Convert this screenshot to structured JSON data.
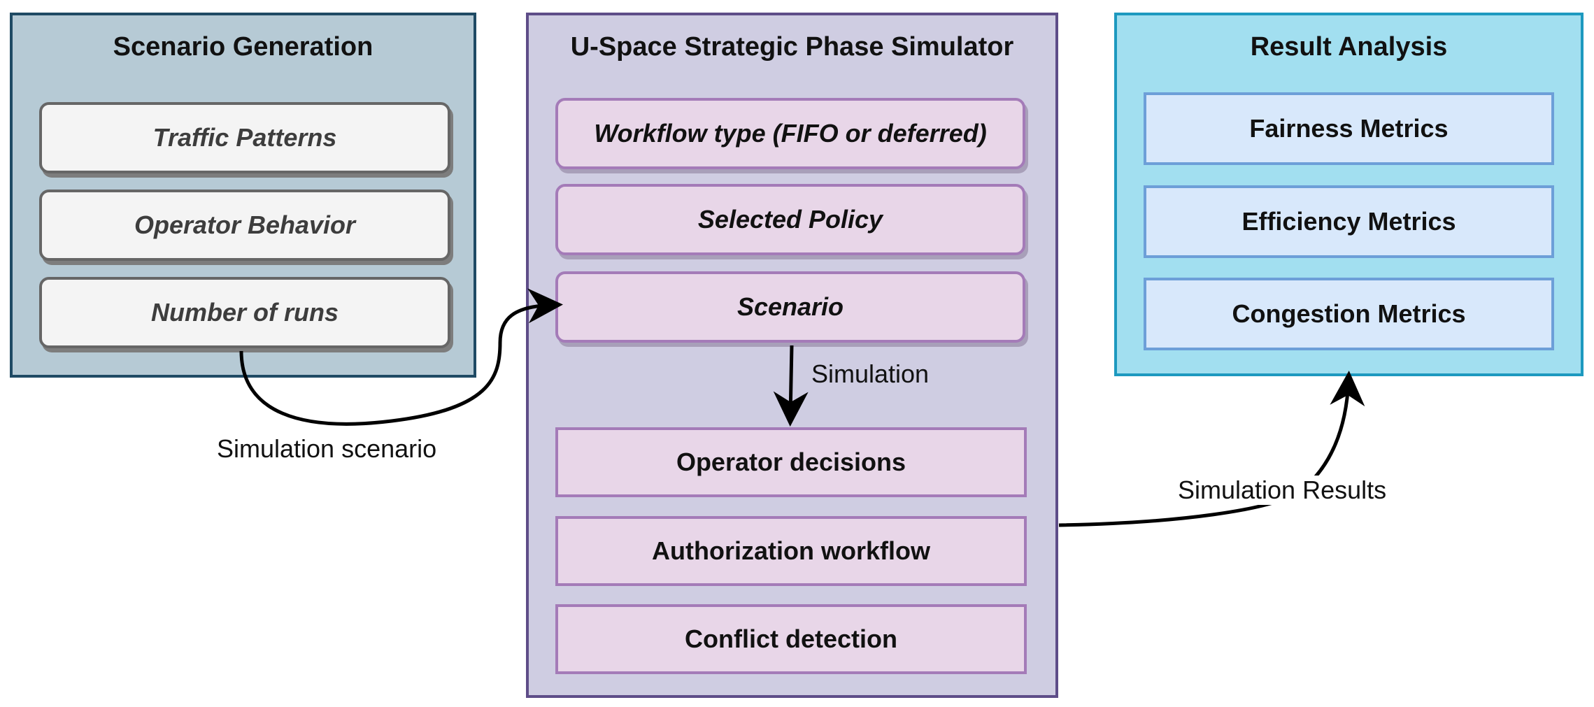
{
  "scenario_generation": {
    "title": "Scenario Generation",
    "items": [
      "Traffic Patterns",
      "Operator Behavior",
      "Number of runs"
    ]
  },
  "simulator": {
    "title": "U-Space Strategic Phase Simulator",
    "inputs": [
      "Workflow type (FIFO or deferred)",
      "Selected Policy",
      "Scenario"
    ],
    "simulation_label": "Simulation",
    "processes": [
      "Operator decisions",
      "Authorization workflow",
      "Conflict detection"
    ]
  },
  "result_analysis": {
    "title": "Result Analysis",
    "items": [
      "Fairness Metrics",
      "Efficiency Metrics",
      "Congestion Metrics"
    ]
  },
  "edges": {
    "scenario_to_simulator": "Simulation scenario",
    "simulator_to_results": "Simulation Results"
  },
  "colors": {
    "gen_panel_fill": "#b6cad5",
    "gen_panel_border": "#1f4a64",
    "sim_panel_fill": "#cfcde2",
    "sim_panel_border": "#5e4d88",
    "sim_box_fill": "#e8d6e8",
    "sim_box_border": "#a47bb8",
    "res_panel_fill": "#a2dff0",
    "res_panel_border": "#1d99bf",
    "res_box_fill": "#d8e8fb",
    "res_box_border": "#6d9fd8"
  }
}
